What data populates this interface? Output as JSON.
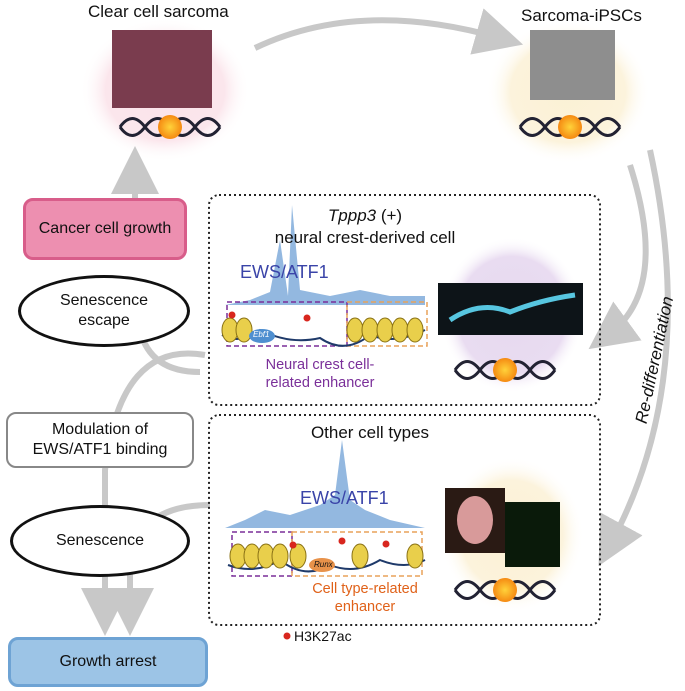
{
  "top": {
    "clear_cell_sarcoma": "Clear cell sarcoma",
    "sarcoma_ipscs": "Sarcoma-iPSCs"
  },
  "left": {
    "cancer_growth": "Cancer cell growth",
    "senescence_escape": "Senescence escape",
    "modulation": "Modulation of EWS/ATF1 binding",
    "senescence": "Senescence",
    "growth_arrest": "Growth arrest"
  },
  "right": {
    "redifferentiation": "Re-differentiation"
  },
  "panel_top": {
    "gene": "Tppp3",
    "gene_suffix": " (+)",
    "title_line2": "neural crest-derived cell",
    "ews_label": "EWS/ATF1",
    "factor": "Ebf1",
    "enhancer_label": "Neural crest cell-related enhancer"
  },
  "panel_bottom": {
    "title": "Other cell types",
    "ews_label": "EWS/ATF1",
    "factor": "Runx",
    "enhancer_label": "Cell type-related enhancer"
  },
  "legend": {
    "marker_label": "H3K27ac"
  },
  "colors": {
    "pink_box": "#e8779e",
    "blue_box": "#79aedc",
    "peak": "#93b8e0",
    "purple": "#7a2f99",
    "orange": "#e0621a",
    "arrow": "#c8c8c8"
  }
}
